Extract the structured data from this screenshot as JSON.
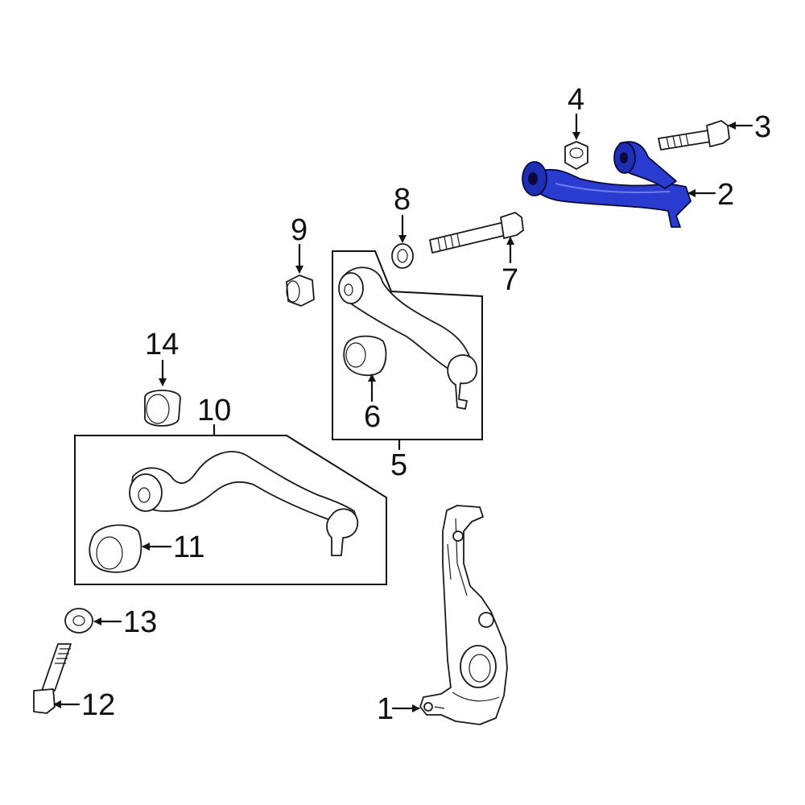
{
  "callouts": {
    "c1": "1",
    "c2": "2",
    "c3": "3",
    "c4": "4",
    "c5": "5",
    "c6": "6",
    "c7": "7",
    "c8": "8",
    "c9": "9",
    "c10": "10",
    "c11": "11",
    "c12": "12",
    "c13": "13",
    "c14": "14"
  },
  "colors": {
    "highlight": "#2a3bd0",
    "line": "#111111",
    "background": "#ffffff"
  }
}
